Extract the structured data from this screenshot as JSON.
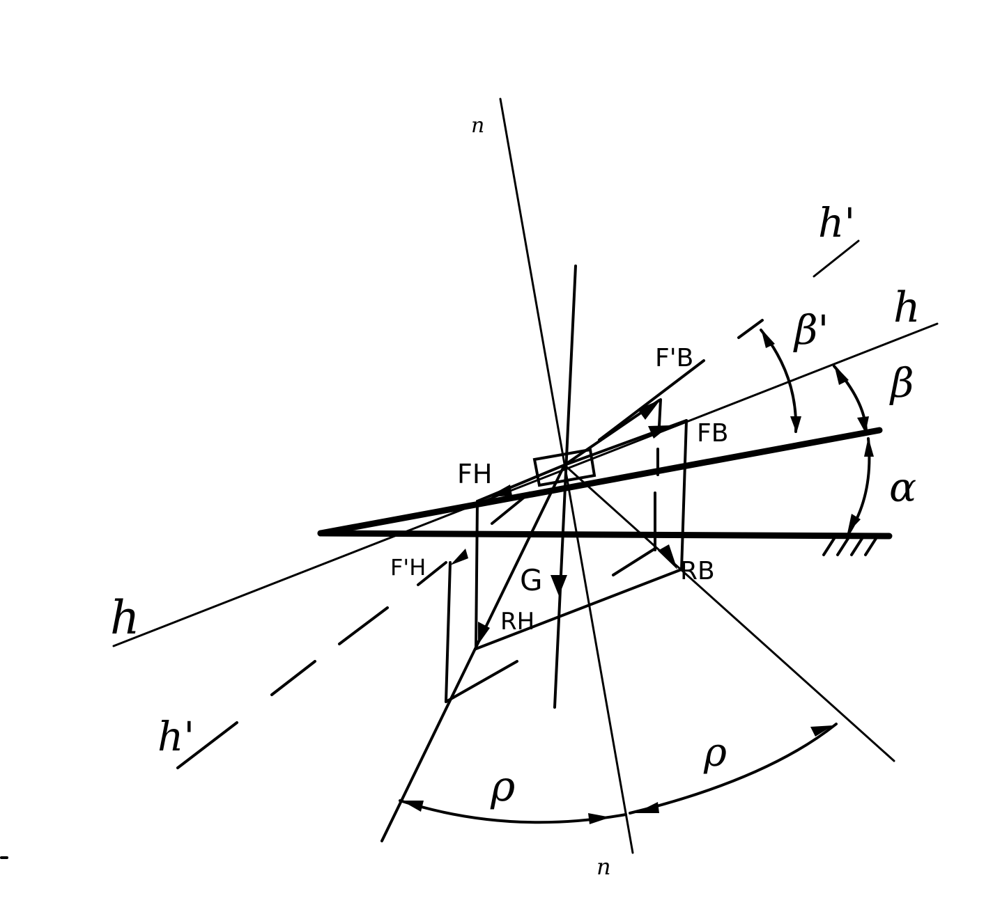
{
  "diagram": {
    "labels": {
      "n_top": "n",
      "n_bottom": "n",
      "h_left": "h",
      "h_right": "h",
      "h_prime_top": "h'",
      "h_prime_bottom": "h'",
      "F_B_prime": "F'B",
      "F_B": "FB",
      "F_H": "FH",
      "F_H_prime": "F'H",
      "G": "G",
      "R_H": "RH",
      "R_B": "RB",
      "beta_prime": "β'",
      "beta": "β",
      "alpha": "α",
      "rho_left": "ρ",
      "rho_right": "ρ"
    }
  }
}
